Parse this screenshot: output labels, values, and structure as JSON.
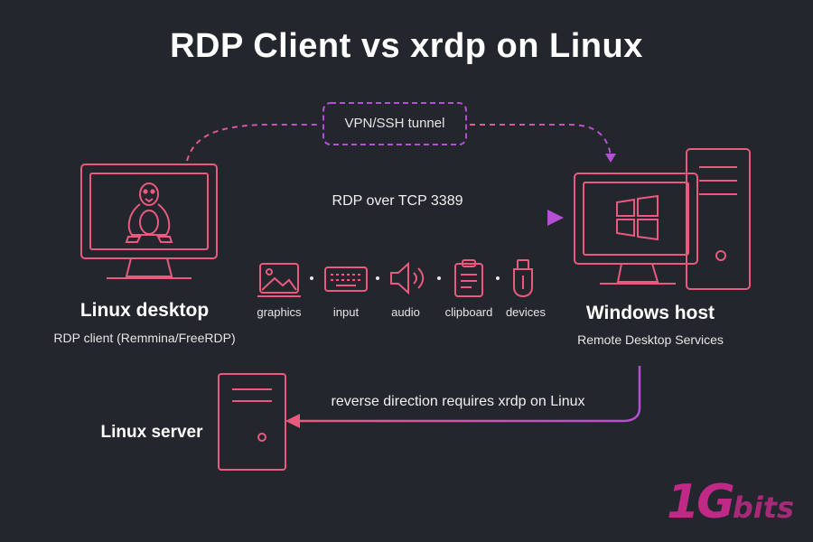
{
  "title": "RDP Client vs xrdp on Linux",
  "tunnel_label": "VPN/SSH tunnel",
  "main_arrow_label": "RDP over TCP 3389",
  "linux_desktop": {
    "name": "Linux desktop",
    "subtitle": "RDP client (Remmina/FreeRDP)"
  },
  "windows_host": {
    "name": "Windows host",
    "subtitle": "Remote Desktop Services"
  },
  "features": [
    {
      "label": "graphics",
      "icon": "image-icon"
    },
    {
      "label": "input",
      "icon": "keyboard-icon"
    },
    {
      "label": "audio",
      "icon": "speaker-icon"
    },
    {
      "label": "clipboard",
      "icon": "clipboard-icon"
    },
    {
      "label": "devices",
      "icon": "usb-icon"
    }
  ],
  "reverse_label": "reverse direction requires xrdp on Linux",
  "linux_server": {
    "name": "Linux server"
  },
  "logo": {
    "big": "1G",
    "small": "bits"
  },
  "colors": {
    "background": "#23262c",
    "accent_pink": "#e95a7e",
    "accent_purple": "#b54fd6",
    "text": "#ffffff"
  }
}
